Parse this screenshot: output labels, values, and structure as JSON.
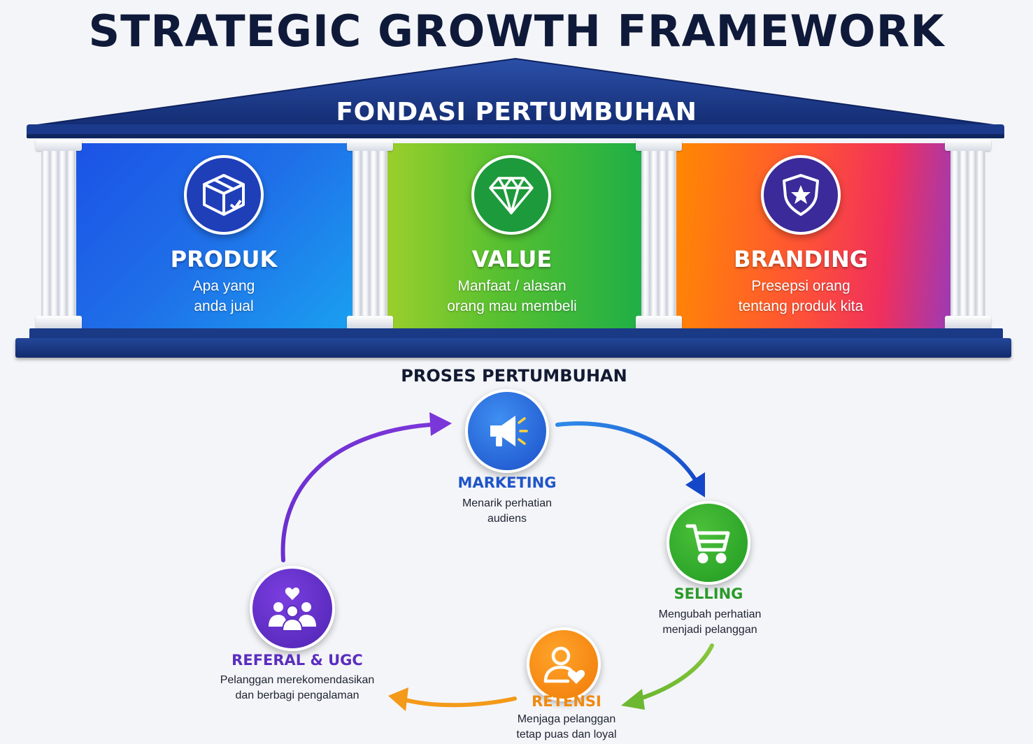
{
  "title": "STRATEGIC GROWTH FRAMEWORK",
  "foundation": {
    "label": "FONDASI PERTUMBUHAN",
    "pillars": [
      {
        "title": "PRODUK",
        "line1": "Apa yang",
        "line2": "anda jual",
        "icon": "box-icon",
        "color": "#1f4fd8"
      },
      {
        "title": "VALUE",
        "line1": "Manfaat / alasan",
        "line2": "orang mau membeli",
        "icon": "diamond-icon",
        "color": "#2ea84a"
      },
      {
        "title": "BRANDING",
        "line1": "Presepsi orang",
        "line2": "tentang produk kita",
        "icon": "shield-star-icon",
        "color": "#3a2a9a"
      }
    ]
  },
  "process": {
    "heading": "PROSES PERTUMBUHAN",
    "steps": [
      {
        "title": "MARKETING",
        "line1": "Menarik perhatian",
        "line2": "audiens",
        "icon": "megaphone-icon",
        "color": "#1f55c8"
      },
      {
        "title": "SELLING",
        "line1": "Mengubah perhatian",
        "line2": "menjadi pelanggan",
        "icon": "shopping-cart-icon",
        "color": "#2a9a2a"
      },
      {
        "title": "RETENSI",
        "line1": "Menjaga pelanggan",
        "line2": "tetap puas dan loyal",
        "icon": "user-heart-icon",
        "color": "#f08a10"
      },
      {
        "title": "REFERAL & UGC",
        "line1": "Pelanggan merekomendasikan",
        "line2": "dan berbagi pengalaman",
        "icon": "community-heart-icon",
        "color": "#5a2ec0"
      }
    ]
  }
}
